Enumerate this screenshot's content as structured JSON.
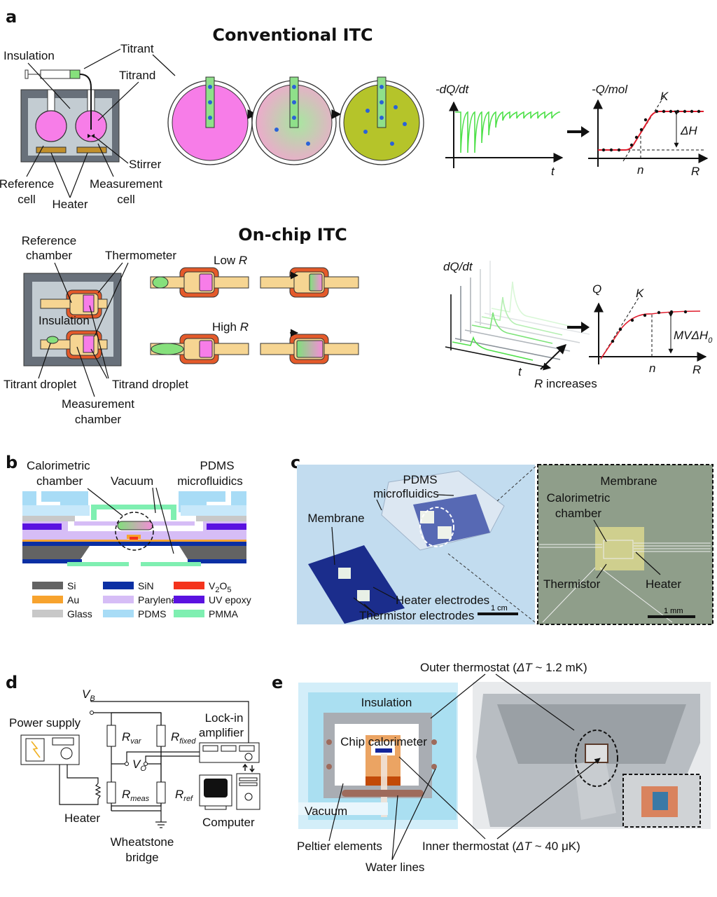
{
  "panels": {
    "a": {
      "letter": "a",
      "conventional": {
        "title": "Conventional ITC",
        "labels": {
          "titrant": "Titrant",
          "insulation": "Insulation",
          "titrand": "Titrand",
          "stirrer": "Stirrer",
          "reference_cell_1": "Reference",
          "reference_cell_2": "cell",
          "heater": "Heater",
          "measurement_cell_1": "Measurement",
          "measurement_cell_2": "cell"
        },
        "thermogram": {
          "ylabel": "-dQ/dt",
          "xlabel": "t"
        },
        "isotherm": {
          "ylabel": "-Q/mol",
          "xlabel": "R",
          "k_label": "K",
          "n_label": "n",
          "dh_label": "ΔH"
        }
      },
      "onchip": {
        "title": "On-chip ITC",
        "labels": {
          "reference_chamber_1": "Reference",
          "reference_chamber_2": "chamber",
          "thermometer": "Thermometer",
          "insulation": "Insulation",
          "titrant_droplet": "Titrant droplet",
          "titrand_droplet": "Titrand droplet",
          "measurement_chamber_1": "Measurement",
          "measurement_chamber_2": "chamber",
          "low_r": "Low ",
          "high_r": "High ",
          "r": "R"
        },
        "thermogram": {
          "ylabel": "dQ/dt",
          "xlabel": "t",
          "r_increases": " increases",
          "r": "R"
        },
        "isotherm": {
          "ylabel": "Q",
          "xlabel": "R",
          "k_label": "K",
          "n_label": "n",
          "mvdh_label": "MVΔH",
          "mvdh_sub": "0"
        }
      }
    },
    "b": {
      "letter": "b",
      "labels": {
        "cal_chamber_1": "Calorimetric",
        "cal_chamber_2": "chamber",
        "vacuum": "Vacuum",
        "pdms_1": "PDMS",
        "pdms_2": "microfluidics"
      },
      "legend": [
        {
          "name": "Si",
          "color": "#636363"
        },
        {
          "name": "SiN",
          "color": "#0b2fa3"
        },
        {
          "name": "V2O5",
          "color": "#f4331c"
        },
        {
          "name": "Au",
          "color": "#f7a32e"
        },
        {
          "name": "Parylene",
          "color": "#d6bdf6"
        },
        {
          "name": "UV epoxy",
          "color": "#5a12e0"
        },
        {
          "name": "Glass",
          "color": "#c8c8c8"
        },
        {
          "name": "PDMS",
          "color": "#a8dcf6"
        },
        {
          "name": "PMMA",
          "color": "#7fefb1"
        }
      ]
    },
    "c": {
      "letter": "c",
      "labels": {
        "pdms_1": "PDMS",
        "pdms_2": "microfluidics",
        "membrane": "Membrane",
        "heater_electrodes": "Heater electrodes",
        "thermistor_electrodes": "Thermistor electrodes",
        "scale_1cm": "1 cm",
        "inset_membrane": "Membrane",
        "inset_cal_1": "Calorimetric",
        "inset_cal_2": "chamber",
        "inset_thermistor": "Thermistor",
        "inset_heater": "Heater",
        "scale_1mm": "1 mm"
      }
    },
    "d": {
      "letter": "d",
      "labels": {
        "vb": "V",
        "vb_sub": "B",
        "power_supply": "Power supply",
        "lockin_1": "Lock-in",
        "lockin_2": "amplifier",
        "r_var": "R",
        "r_var_sub": "var",
        "r_fixed": "R",
        "r_fixed_sub": "fixed",
        "vo": "V",
        "vo_sub": "O",
        "r_meas": "R",
        "r_meas_sub": "meas",
        "r_ref": "R",
        "r_ref_sub": "ref",
        "heater": "Heater",
        "computer": "Computer",
        "wheatstone_1": "Wheatstone",
        "wheatstone_2": "bridge"
      }
    },
    "e": {
      "letter": "e",
      "labels": {
        "outer": "Outer thermostat (",
        "outer_dt": "ΔT",
        "outer_val": " ~ 1.2 mK)",
        "insulation": "Insulation",
        "chip": "Chip calorimeter",
        "vacuum": "Vacuum",
        "peltier": "Peltier elements",
        "inner": "Inner thermostat (",
        "inner_dt": "ΔT",
        "inner_val": " ~ 40 μK)",
        "water": "Water lines"
      }
    }
  }
}
